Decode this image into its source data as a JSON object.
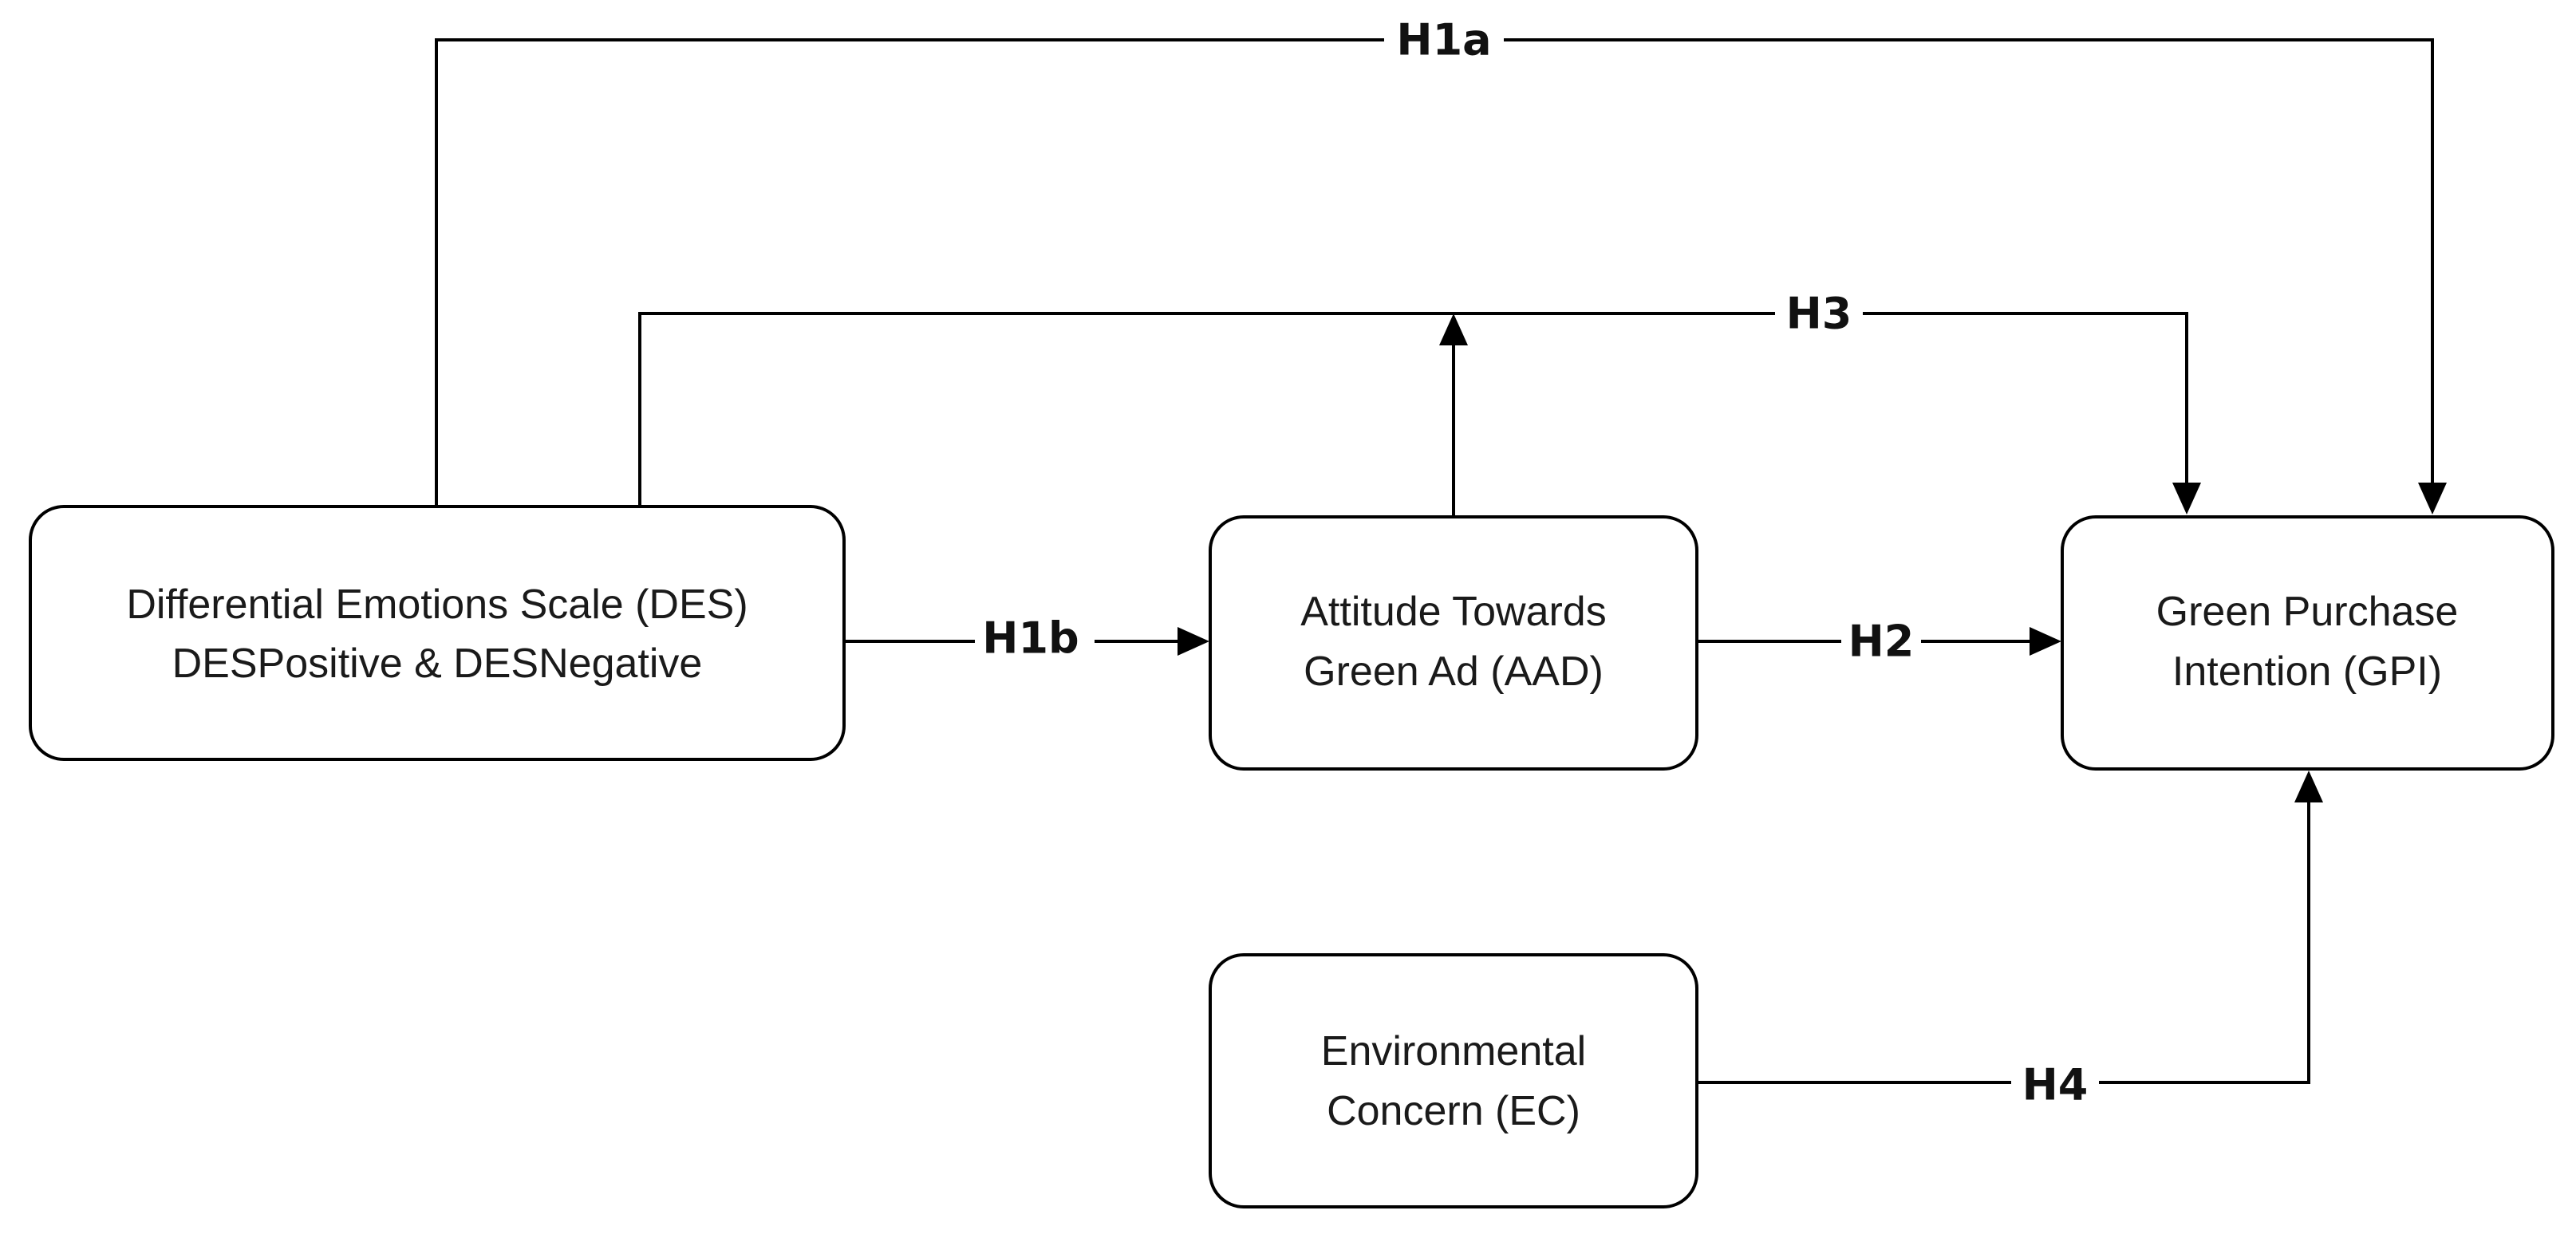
{
  "nodes": {
    "des": {
      "line1": "Differential Emotions Scale (DES)",
      "line2": "DESPositive & DESNegative"
    },
    "aad": {
      "line1": "Attitude Towards",
      "line2": "Green Ad (AAD)"
    },
    "gpi": {
      "line1": "Green Purchase",
      "line2": "Intention (GPI)"
    },
    "ec": {
      "line1": "Environmental",
      "line2": "Concern (EC)"
    }
  },
  "edges": {
    "h1a": "H1a",
    "h1b": "H1b",
    "h2": "H2",
    "h3": "H3",
    "h4": "H4"
  },
  "colors": {
    "line": "#000000",
    "text": "#1a1a1a",
    "background": "#ffffff"
  }
}
